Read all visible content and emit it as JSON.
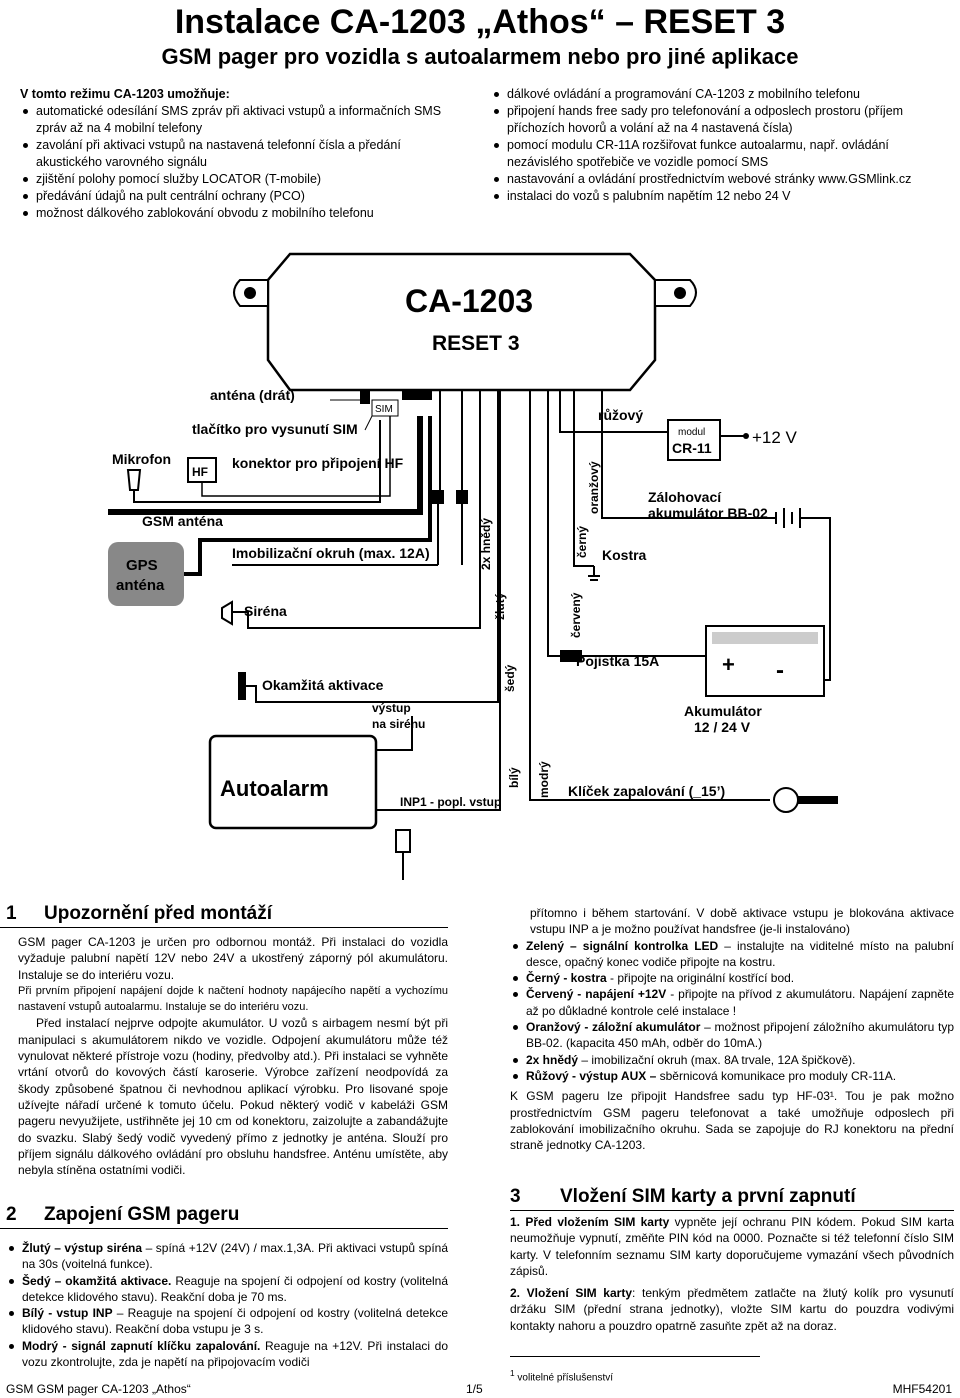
{
  "title": "Instalace  CA-1203 „Athos“  – RESET 3",
  "subtitle": "GSM pager pro vozidla s autoalarmem nebo pro jiné aplikace",
  "intro": {
    "heading": "V tomto režimu CA-1203 umožňuje:",
    "left_items": [
      "automatické odesílání SMS zpráv při aktivaci vstupů a informačních SMS zpráv až na 4 mobilní telefony",
      "zavolání při aktivaci vstupů na nastavená telefonní čísla a předání akustického varovného signálu",
      "zjištění polohy pomocí služby LOCATOR (T-mobile)",
      "předávání údajů na pult centrální ochrany (PCO)",
      "možnost dálkového zablokování obvodu z mobilního telefonu"
    ],
    "right_items": [
      "dálkové ovládání a programování CA-1203 z mobilního telefonu",
      "připojení hands free sady pro telefonování a odposlech prostoru (příjem příchozích hovorů a volání až na 4 nastavená čísla)",
      "pomocí modulu CR-11A rozšiřovat funkce autoalarmu, např. ovládání nezávislého spotřebiče ve vozidle pomocí SMS",
      "nastavování a ovládání prostřednictvím webové stránky www.GSMlink.cz",
      "instalaci do vozů s palubním napětím 12 nebo 24 V"
    ]
  },
  "diagram": {
    "device_name": "CA-1203",
    "device_mode": "RESET 3",
    "antenna_wire": "anténa (drát)",
    "sim_label": "SIM",
    "sim_button": "tlačítko pro vysunutí SIM",
    "microphone": "Mikrofon",
    "hf": "HF",
    "hf_connector": "konektor pro připojení HF",
    "gsm_antenna": "GSM anténa",
    "gps_line1": "GPS",
    "gps_line2": "anténa",
    "immob": "Imobilizační okruh (max. 12A)",
    "siren": "Siréna",
    "instant": "Okamžitá aktivace",
    "alarm": "Autoalarm",
    "siren_out_1": "výstup",
    "siren_out_2": "na sirénu",
    "inp1": "INP1 - popl. vstup",
    "pink": "růžový",
    "module_1": "modul",
    "module_2": "CR-11",
    "plus12": "+12 V",
    "backup_1": "Zálohovací",
    "backup_2": "akumulátor BB-02",
    "orange": "oranžový",
    "brown2": "2x hnědý",
    "black": "černý",
    "ground": "Kostra",
    "yellow": "žlutý",
    "red": "červený",
    "fuse": "Pojistka 15A",
    "grey": "šedý",
    "white": "bílý",
    "blue": "modrý",
    "batt_1": "Akumulátor",
    "batt_2": "12 / 24 V",
    "ignition": "Klíček zapalování (‗15’)",
    "plus": "+",
    "minus": "-"
  },
  "s1": {
    "num": "1",
    "title": "Upozornění před montáží",
    "p1": "GSM pager CA-1203 je určen pro odbornou montáž. Při instalaci do vozidla vyžaduje palubní napětí 12V nebo 24V a ukostřený záporný pól akumulátoru. Instaluje se do interiéru vozu.",
    "p1b": "Při prvním připojení napájení dojde k načtení hodnoty napájecího napětí a vychozímu nastavení vstupů autoalarmu. Instaluje se do interiéru vozu.",
    "p2": "Před instalací nejprve odpojte akumulátor. U vozů s airbagem nesmí být při manipulaci s akumulátorem nikdo ve vozidle. Odpojení akumulátoru může též vynulovat některé přístroje vozu (hodiny, předvolby atd.). Při instalaci se vyhněte vrtání otvorů do kovových částí karoserie. Výrobce zařízení neodpovídá za škody způsobené špatnou či nevhodnou aplikací výrobku. Pro lisované spoje užívejte nářadí určené k tomuto účelu. Pokud některý vodič v kabeláži GSM pageru nevyužijete, ustřihněte jej 10 cm od konektoru, zaizolujte a zabandážujte do svazku. Slabý šedý vodič vyvedený přímo z jednotky je anténa. Slouží pro příjem signálu dálkového ovládání pro obsluhu handsfree. Anténu umístěte, aby nebyla stíněna ostatními vodiči."
  },
  "s2": {
    "num": "2",
    "title": "Zapojení GSM pageru",
    "items": [
      {
        "b": "Žlutý – výstup siréna",
        "t": " – spíná +12V (24V) / max.1,3A. Při aktivaci vstupů spíná na 30s (voitelná funkce)."
      },
      {
        "b": "Šedý – okamžitá aktivace.",
        "t": " Reaguje na spojení či odpojení od kostry (volitelná detekce klidového stavu). Reakční doba je 70 ms."
      },
      {
        "b": "Bílý - vstup INP",
        "t": " – Reaguje na spojení či odpojení od kostry (volitelná detekce klidového stavu). Reakční doba vstupu je 3 s."
      },
      {
        "b": "Modrý - signál zapnutí klíčku zapalování.",
        "t": " Reaguje na +12V. Při instalaci do vozu zkontrolujte, zda je napětí na připojovacím vodiči"
      }
    ]
  },
  "right_col": {
    "cont": "přítomno i během startování. V době aktivace vstupu je blokována aktivace vstupu INP a je možno používat handsfree (je-li instalováno)",
    "items": [
      {
        "b": "Zelený – signální kontrolka LED",
        "t": " – instalujte na viditelné místo na palubní desce, opačný konec vodiče připojte na kostru."
      },
      {
        "b": "Černý - kostra",
        "t": " - připojte na originální kostřící bod."
      },
      {
        "b": "Červený - napájení +12V",
        "t": " - připojte na přívod z akumulátoru. Napájení zapněte až po důkladné kontrole celé instalace !"
      },
      {
        "b": "Oranžový - záložní akumulátor",
        "t": " – možnost připojení záložního akumulátoru typ BB-02. (kapacita 450 mAh, odběr do 10mA.)"
      },
      {
        "b": "2x hnědý",
        "t": " – imobilizační okruh (max. 8A trvale, 12A špičkově)."
      },
      {
        "b": "Růžový - výstup AUX – ",
        "t": "sběrnicová komunikace pro moduly CR-11A."
      }
    ],
    "hf_para": "K GSM pageru lze připojit Handsfree sadu typ HF-03¹. Tou je pak možno prostřednictvím GSM pageru telefonovat a také umožňuje odposlech při zablokování imobilizačního okruhu. Sada se zapojuje do RJ konektoru na přední straně jednotky CA-1203."
  },
  "s3": {
    "num": "3",
    "title": "Vložení SIM karty a první zapnutí",
    "p1b": "1. Před vložením SIM karty",
    "p1": " vypněte její ochranu PIN kódem. Pokud SIM karta neumožňuje vypnutí, změňte PIN kód na 0000. Poznačte si též telefonní číslo SIM karty. V telefonním seznamu SIM karty doporučujeme vymazání všech původních zápisů.",
    "p2b": "2. Vložení SIM karty",
    "p2": ": tenkým předmětem zatlačte na žlutý kolík pro vysunutí držáku SIM (přední strana jednotky), vložte SIM kartu do pouzdra vodivými kontakty nahoru a pouzdro opatrně zasuňte zpět až na doraz."
  },
  "footnote": "volitelné příslušenství",
  "footnote_mark": "1",
  "footer": {
    "left": "GSM GSM pager CA-1203 „Athos“",
    "center": "1/5",
    "right": "MHF54201"
  }
}
